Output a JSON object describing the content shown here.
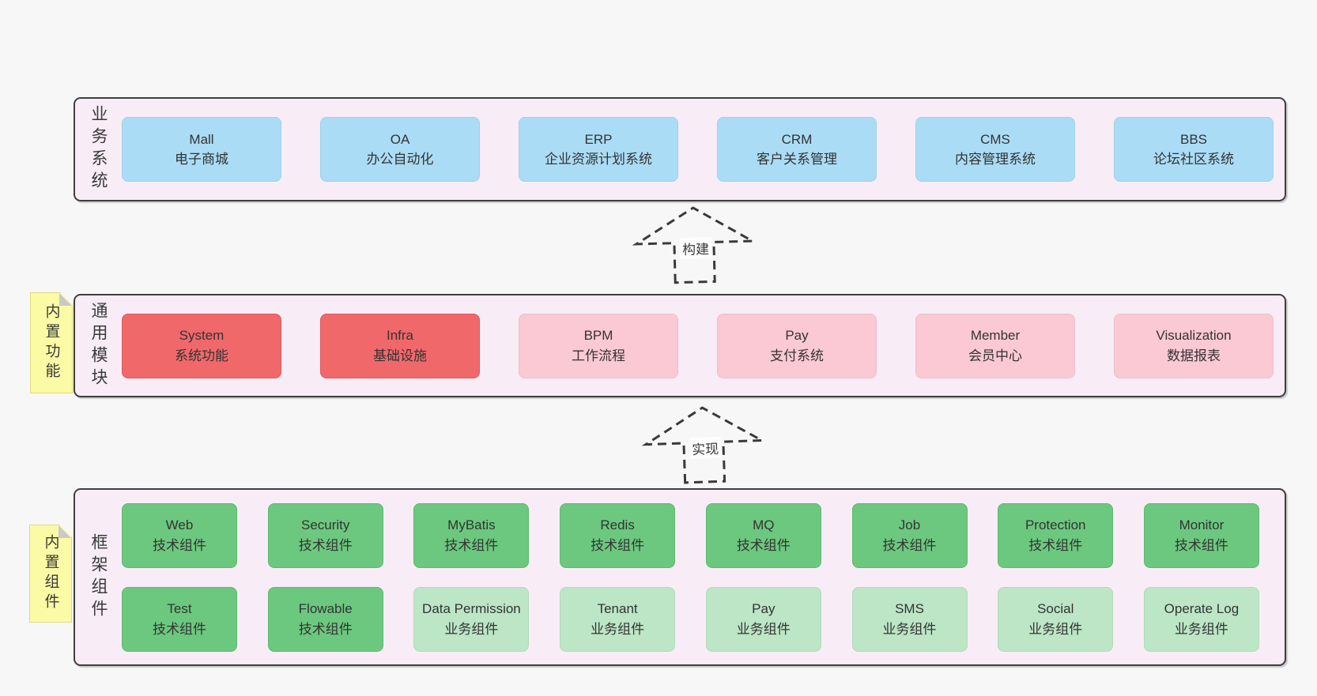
{
  "diagram": {
    "type": "software-architecture-layers",
    "colors": {
      "page_bg": "#f7f7f7",
      "band_bg": "#f8edf6",
      "band_border": "#3e3e3e",
      "box_blue": "#abdcf5",
      "box_red": "#f1686b",
      "box_pink": "#fbc9d3",
      "box_green": "#6cc87e",
      "box_green_light": "#bce6c6",
      "sticky_yellow": "#fbfaa5",
      "text": "#333333"
    },
    "bands": {
      "business": {
        "label": "业务系统",
        "boxes": [
          {
            "en": "Mall",
            "zh": "电子商城",
            "variant": "blue"
          },
          {
            "en": "OA",
            "zh": "办公自动化",
            "variant": "blue"
          },
          {
            "en": "ERP",
            "zh": "企业资源计划系统",
            "variant": "blue"
          },
          {
            "en": "CRM",
            "zh": "客户关系管理",
            "variant": "blue"
          },
          {
            "en": "CMS",
            "zh": "内容管理系统",
            "variant": "blue"
          },
          {
            "en": "BBS",
            "zh": "论坛社区系统",
            "variant": "blue"
          }
        ]
      },
      "modules": {
        "label": "通用模块",
        "sticky_note": "内置功能",
        "boxes": [
          {
            "en": "System",
            "zh": "系统功能",
            "variant": "red"
          },
          {
            "en": "Infra",
            "zh": "基础设施",
            "variant": "red"
          },
          {
            "en": "BPM",
            "zh": "工作流程",
            "variant": "pink"
          },
          {
            "en": "Pay",
            "zh": "支付系统",
            "variant": "pink"
          },
          {
            "en": "Member",
            "zh": "会员中心",
            "variant": "pink"
          },
          {
            "en": "Visualization",
            "zh": "数据报表",
            "variant": "pink"
          }
        ]
      },
      "components": {
        "label": "框架组件",
        "sticky_note": "内置组件",
        "row1": [
          {
            "en": "Web",
            "zh": "技术组件",
            "variant": "green"
          },
          {
            "en": "Security",
            "zh": "技术组件",
            "variant": "green"
          },
          {
            "en": "MyBatis",
            "zh": "技术组件",
            "variant": "green"
          },
          {
            "en": "Redis",
            "zh": "技术组件",
            "variant": "green"
          },
          {
            "en": "MQ",
            "zh": "技术组件",
            "variant": "green"
          },
          {
            "en": "Job",
            "zh": "技术组件",
            "variant": "green"
          },
          {
            "en": "Protection",
            "zh": "技术组件",
            "variant": "green"
          },
          {
            "en": "Monitor",
            "zh": "技术组件",
            "variant": "green"
          }
        ],
        "row2": [
          {
            "en": "Test",
            "zh": "技术组件",
            "variant": "green"
          },
          {
            "en": "Flowable",
            "zh": "技术组件",
            "variant": "green"
          },
          {
            "en": "Data Permission",
            "zh": "业务组件",
            "variant": "green-light"
          },
          {
            "en": "Tenant",
            "zh": "业务组件",
            "variant": "green-light"
          },
          {
            "en": "Pay",
            "zh": "业务组件",
            "variant": "green-light"
          },
          {
            "en": "SMS",
            "zh": "业务组件",
            "variant": "green-light"
          },
          {
            "en": "Social",
            "zh": "业务组件",
            "variant": "green-light"
          },
          {
            "en": "Operate Log",
            "zh": "业务组件",
            "variant": "green-light"
          }
        ]
      }
    },
    "arrows": {
      "build": {
        "label": "构建"
      },
      "implement": {
        "label": "实现"
      }
    }
  }
}
